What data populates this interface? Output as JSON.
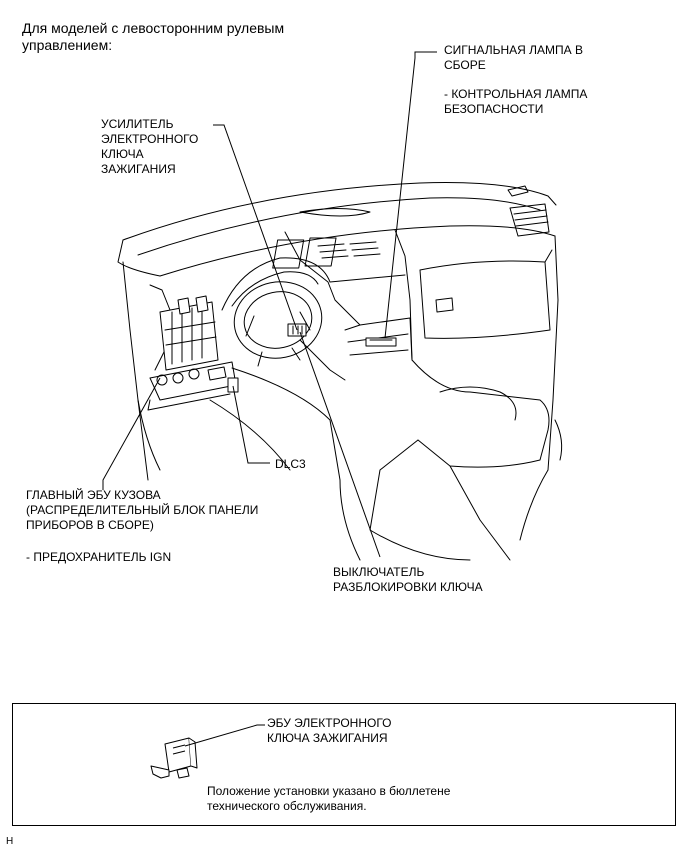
{
  "heading": "Для моделей с левосторонним рулевым\nуправлением:",
  "labels": {
    "signal_lamp": "СИГНАЛЬНАЯ ЛАМПА В\nСБОРЕ",
    "security_lamp": "- КОНТРОЛЬНАЯ ЛАМПА\nБЕЗОПАСНОСТИ",
    "amplifier": "УСИЛИТЕЛЬ\nЭЛЕКТРОННОГО\nКЛЮЧА\nЗАЖИГАНИЯ",
    "dlc3": "DLC3",
    "body_ecu": "ГЛАВНЫЙ ЭБУ КУЗОВА\n(РАСПРЕДЕЛИТЕЛЬНЫЙ БЛОК ПАНЕЛИ\nПРИБОРОВ В СБОРЕ)",
    "ign_fuse": "- ПРЕДОХРАНИТЕЛЬ IGN",
    "unlock_switch": "ВЫКЛЮЧАТЕЛЬ\nРАЗБЛОКИРОВКИ КЛЮЧА"
  },
  "legend": {
    "ecu_label": "ЭБУ ЭЛЕКТРОННОГО\nКЛЮЧА ЗАЖИГАНИЯ",
    "note": "Положение установки указано в бюллетене\nтехнического обслуживания."
  },
  "page_code": "H"
}
